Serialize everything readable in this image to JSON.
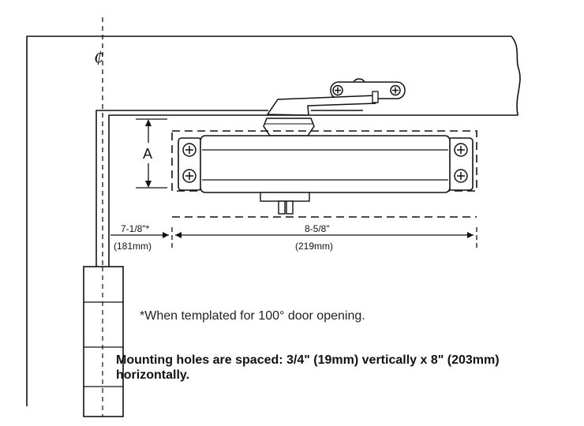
{
  "labels": {
    "centerline": "₵",
    "dimension_a": "A",
    "hinge_offset_imperial": "7-1/8\"*",
    "hinge_offset_metric": "(181mm)",
    "body_length_imperial": "8-5/8\"",
    "body_length_metric": "(219mm)"
  },
  "notes": {
    "footnote": "*When templated for 100° door opening.",
    "mounting_holes": "Mounting holes are spaced: 3/4\" (19mm) vertically x 8\" (203mm) horizontally."
  }
}
